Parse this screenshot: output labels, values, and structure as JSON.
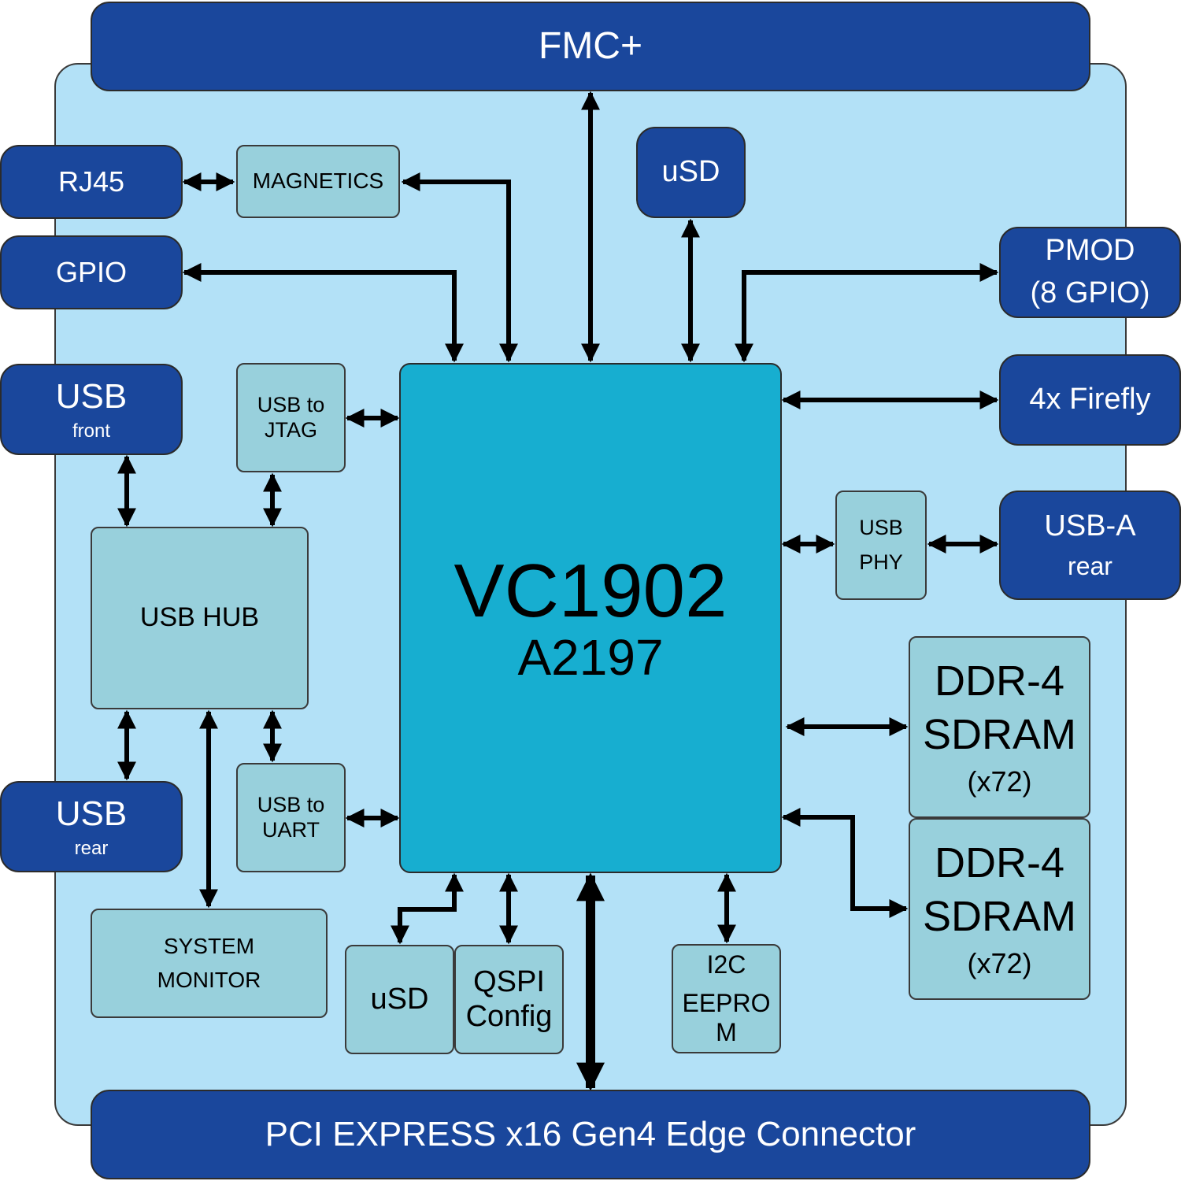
{
  "connectors": {
    "fmc": "FMC+",
    "pcie": "PCI EXPRESS x16 Gen4 Edge Connector",
    "rj45": "RJ45",
    "gpio": "GPIO",
    "usb_front": {
      "title": "USB",
      "sub": "front"
    },
    "usb_rear": {
      "title": "USB",
      "sub": "rear"
    },
    "usd_top": "uSD",
    "pmod": {
      "line1": "PMOD",
      "line2": "(8 GPIO)"
    },
    "firefly": "4x Firefly",
    "usb_a": {
      "line1": "USB-A",
      "line2": "rear"
    }
  },
  "blocks": {
    "magnetics": "MAGNETICS",
    "usb_jtag": {
      "line1": "USB to",
      "line2": "JTAG"
    },
    "usb_hub": "USB HUB",
    "usb_uart": {
      "line1": "USB to",
      "line2": "UART"
    },
    "system_monitor": {
      "line1": "SYSTEM",
      "line2": "MONITOR"
    },
    "usd_bottom": "uSD",
    "qspi": {
      "line1": "QSPI",
      "line2": "Config"
    },
    "i2c_eeprom": {
      "line1": "I2C",
      "line2": "EEPRO",
      "line3": "M"
    },
    "usb_phy": {
      "line1": "USB",
      "line2": "PHY"
    },
    "ddr4_a": {
      "line1": "DDR-4",
      "line2": "SDRAM",
      "line3": "(x72)"
    },
    "ddr4_b": {
      "line1": "DDR-4",
      "line2": "SDRAM",
      "line3": "(x72)"
    }
  },
  "fpga": {
    "part": "VC1902",
    "package": "A2197"
  },
  "colors": {
    "connector": "#1a479c",
    "board": "#b3e1f7",
    "block": "#98d0dc",
    "fpga": "#17aed0",
    "wire": "#000000"
  }
}
